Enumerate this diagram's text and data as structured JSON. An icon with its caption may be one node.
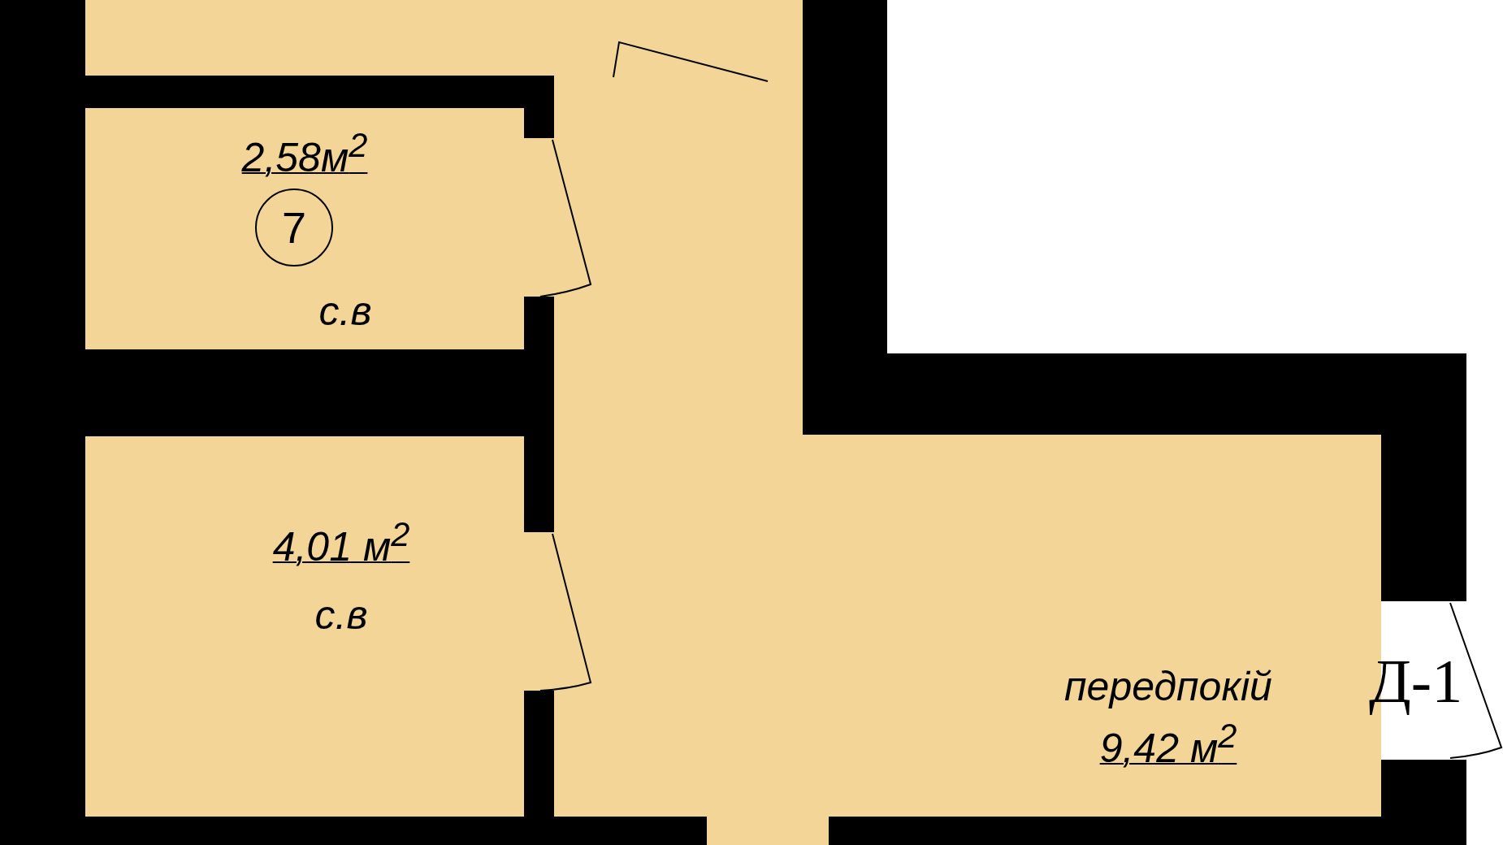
{
  "diagram": {
    "nodes": [
      {
        "text": [
          "2,58м$^{2}$",
          "с.в"
        ]
      },
      {
        "text": [
          "7"
        ],
        "in": 0
      },
      {
        "text": [
          "4,01 м$^{2}$",
          "с.в"
        ]
      },
      {
        "text": [
          "передпокій",
          "9,42 м$^{2}$"
        ]
      }
    ],
    "labels": [
      "Д-1"
    ]
  }
}
